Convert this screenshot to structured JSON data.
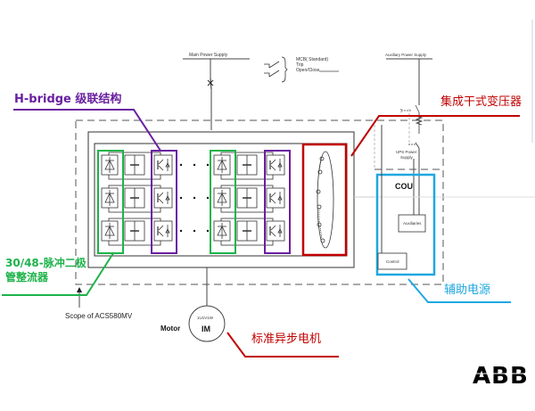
{
  "title": "ACS580MV topology overview",
  "labels": {
    "main_power_supply": "Main Power Supply",
    "mcb": "MCB( Standard)",
    "trip": "Trip",
    "open_close": "Open/Close",
    "aux_power_supply": "Auxiliary Power Supply",
    "ups_power_supply_1": "UPS Power",
    "ups_power_supply_2": "Supply",
    "cou": "COU",
    "auxiliaries": "Auxiliaries",
    "control": "Control",
    "scope": "Scope of ACS580MV",
    "motor": "Motor",
    "motor_terminals": "1U1V1W",
    "motor_type": "IM",
    "logo": "ABB"
  },
  "callouts": {
    "hbridge": "H-bridge 级联结构",
    "transformer": "集成干式变压器",
    "rectifier_line1": "30/48-脉冲二极",
    "rectifier_line2": "管整流器",
    "aux_power": "辅助电源",
    "motor": "标准异步电机"
  },
  "colors": {
    "hbridge": "#6a1fa0",
    "transformer": "#c00000",
    "rectifier": "#1db34a",
    "aux_power": "#1fa8e0",
    "motor": "#c00000",
    "line": "#444444",
    "dash": "#555555"
  },
  "cells": {
    "rows": 3,
    "groups": 2
  }
}
